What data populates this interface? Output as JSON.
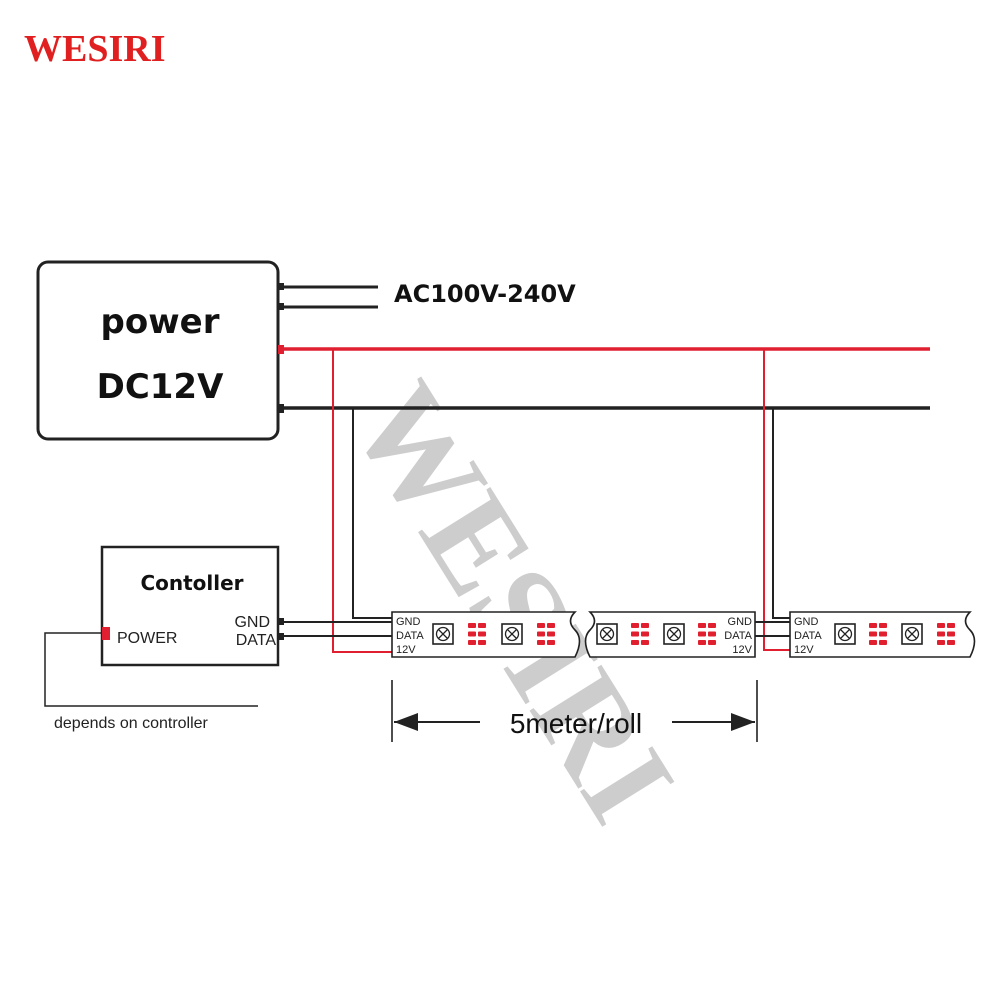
{
  "brand": {
    "name": "WESIRI",
    "color": "#e02020"
  },
  "watermark": {
    "text": "WESIRI"
  },
  "power_supply": {
    "title": "power",
    "output": "DC12V",
    "input_label": "AC100V-240V"
  },
  "controller": {
    "title": "Contoller",
    "power_label": "POWER",
    "gnd_label": "GND",
    "data_label": "DATA",
    "power_note": "depends on controller"
  },
  "strip": {
    "gnd_label": "GND",
    "data_label": "DATA",
    "v12_label": "12V",
    "length_label": "5meter/roll"
  },
  "wire_colors": {
    "positive": "#e02030",
    "negative": "#222222",
    "led_red": "#e0202e"
  },
  "icons": [
    "led-chip-icon",
    "resistor-icon",
    "arrow-left-icon",
    "arrow-right-icon"
  ]
}
